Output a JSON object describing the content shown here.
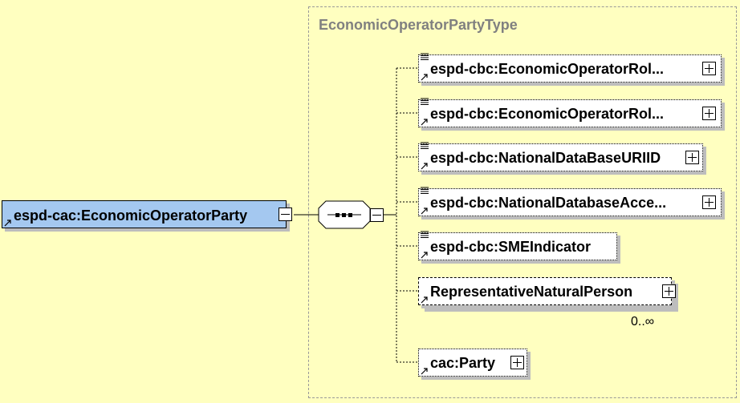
{
  "type_box": {
    "title": "EconomicOperatorPartyType"
  },
  "root_element": {
    "label": "espd-cac:EconomicOperatorParty"
  },
  "compositor": {
    "kind": "sequence"
  },
  "children": [
    {
      "label": "espd-cbc:EconomicOperatorRol...",
      "documented": true,
      "expandable": true,
      "optional": false
    },
    {
      "label": "espd-cbc:EconomicOperatorRol...",
      "documented": true,
      "expandable": true,
      "optional": false
    },
    {
      "label": "espd-cbc:NationalDataBaseURIID",
      "documented": true,
      "expandable": true,
      "optional": false
    },
    {
      "label": "espd-cbc:NationalDatabaseAcce...",
      "documented": true,
      "expandable": true,
      "optional": false
    },
    {
      "label": "espd-cbc:SMEIndicator",
      "documented": true,
      "expandable": false,
      "optional": false
    },
    {
      "label": "RepresentativeNaturalPerson",
      "documented": false,
      "expandable": true,
      "optional": true,
      "cardinality": "0..∞"
    },
    {
      "label": "cac:Party",
      "documented": false,
      "expandable": true,
      "optional": false
    }
  ],
  "colors": {
    "background": "#FFFFC0",
    "root_fill": "#A4C8F0",
    "child_fill": "#FFFFFF",
    "title_text": "#808080"
  }
}
